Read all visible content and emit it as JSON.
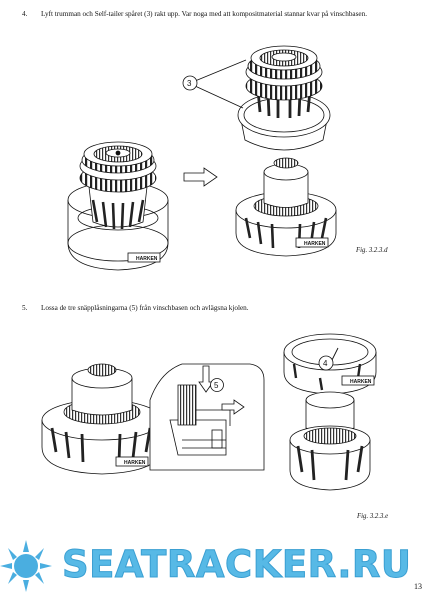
{
  "steps": [
    {
      "number": "4.",
      "text": "Lyft trumman och Self-tailer spåret (3) rakt upp. Var noga med att kompositmaterial stannar kvar på vinschbasen."
    },
    {
      "number": "5.",
      "text": "Lossa de tre snäpplåsningarna (5) från vinschbasen och avlägsna kjolen."
    }
  ],
  "callouts": {
    "c3": "3",
    "c4": "4",
    "c5": "5"
  },
  "figures": {
    "fig1": "Fig. 3.2.3.d",
    "fig2": "Fig. 3.2.3.e"
  },
  "base_logo": "HARKEN",
  "page_number": "13",
  "watermark": {
    "text": "SEATRACKER.RU",
    "color": "#57b9e6",
    "sun_color": "#4aaee0"
  }
}
